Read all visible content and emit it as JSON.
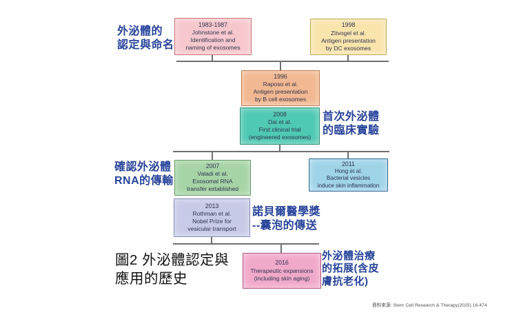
{
  "figure": {
    "caption_lines": [
      "圖2 外泌體認定與",
      "應用的歷史"
    ],
    "source": "資料來源: Stem Cell Research & Therapy(2025) 16:474"
  },
  "annotations": {
    "naming": {
      "line1": "外泌體的",
      "line2": "認定與命名"
    },
    "clinical_trial": {
      "line1": "首次外泌體",
      "line2": "的臨床實驗"
    },
    "rna_transfer": {
      "line1": "確認外泌體",
      "line2": "RNA的傳輸"
    },
    "nobel": {
      "line1": "諾貝爾醫學獎",
      "line2": "--囊泡的傳送"
    },
    "therapy": {
      "line1": "外泌體治療",
      "line2": "的拓展(含皮",
      "line3": "膚抗老化)"
    }
  },
  "events": [
    {
      "year": "1983-1987",
      "lines": [
        "Johnstone et al.",
        "Identification and",
        "naming of exosomes"
      ],
      "fill": "#f6c8cd",
      "border": "#c76f74"
    },
    {
      "year": "1998",
      "lines": [
        "Zitvogel et al.",
        "Antigen presentation",
        "by DC exosomes"
      ],
      "fill": "#f9e4ac",
      "border": "#c2a653"
    },
    {
      "year": "1996",
      "lines": [
        "Raposo et al.",
        "Antigen presentation",
        "by B cell exosomes"
      ],
      "fill": "#f2b891",
      "border": "#bf7a4e"
    },
    {
      "year": "2008",
      "lines": [
        "Dai et al.",
        "First clinical trial",
        "(engineered exosomes)"
      ],
      "fill": "#4fc9b2",
      "border": "#2f8d7b"
    },
    {
      "year": "2007",
      "lines": [
        "Valadi et al.",
        "Exosomal RNA",
        "transfer established"
      ],
      "fill": "#a6d4a6",
      "border": "#5f9a62"
    },
    {
      "year": "2011",
      "lines": [
        "Hong et al.",
        "Bacterial vesicles",
        "induce skin inflammation"
      ],
      "fill": "#9fd3e8",
      "border": "#2f6690"
    },
    {
      "year": "2013",
      "lines": [
        "Rothman et al.",
        "Nobel Prize for",
        "vesicular transport"
      ],
      "fill": "#c7cae7",
      "border": "#8489b6"
    },
    {
      "year": "2016",
      "lines": [
        "Therapeutic expansions",
        "(including skin aging)"
      ],
      "fill": "#f1a9ca",
      "border": "#ad5680"
    }
  ],
  "colors": {
    "annotation_blue": "#26439a",
    "caption_black": "#111111",
    "connector_gray": "#6e6e6e",
    "box_text": "#2e3350",
    "background": "#ffffff"
  }
}
